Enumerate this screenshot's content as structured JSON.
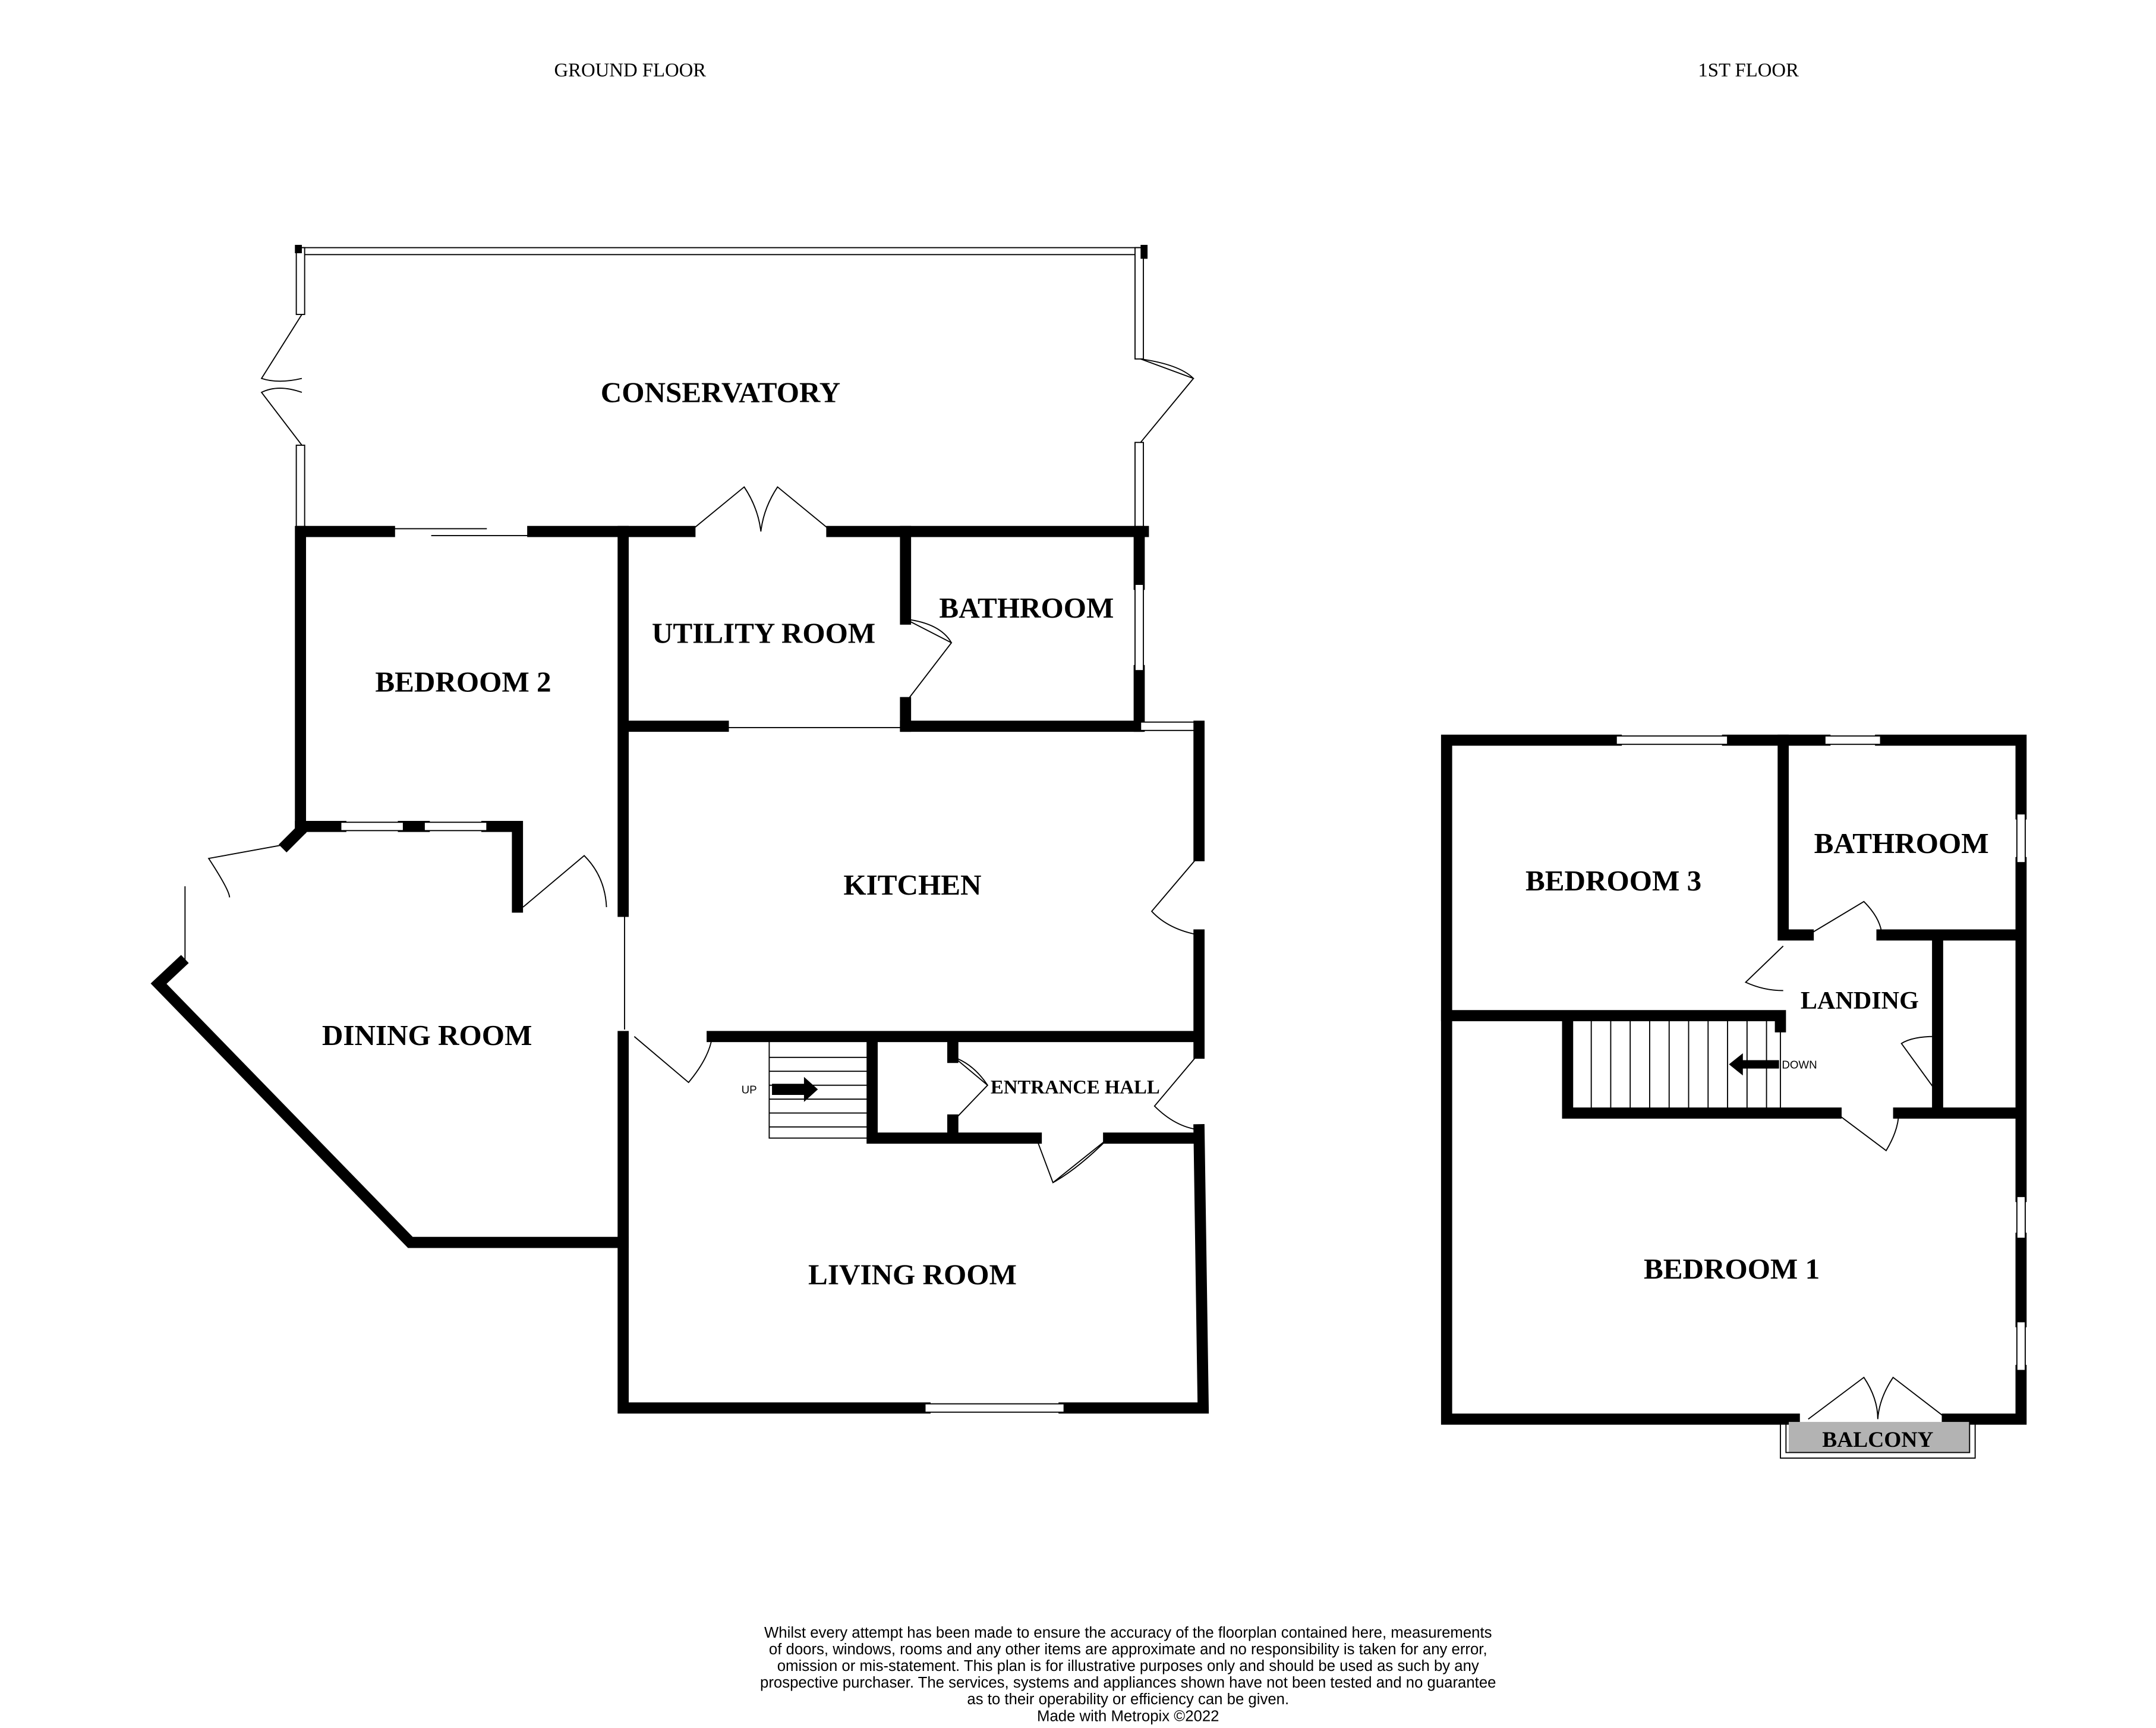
{
  "floors": [
    {
      "title": "GROUND FLOOR",
      "rooms": [
        "CONSERVATORY",
        "UTILITY ROOM",
        "BATHROOM",
        "BEDROOM 2",
        "KITCHEN",
        "DINING ROOM",
        "ENTRANCE HALL",
        "LIVING ROOM"
      ],
      "stairs_label": "UP"
    },
    {
      "title": "1ST FLOOR",
      "rooms": [
        "BEDROOM 3",
        "BATHROOM",
        "LANDING",
        "BEDROOM 1",
        "BALCONY"
      ],
      "stairs_label": "DOWN"
    }
  ],
  "disclaimer": [
    "Whilst every attempt has been made to ensure the accuracy of the floorplan contained here, measurements",
    "of doors, windows, rooms and any other items are approximate and no responsibility is taken for any error,",
    "omission or mis-statement. This plan is for illustrative purposes only and should be used as such by any",
    "prospective purchaser. The services, systems and appliances shown have not been tested and no guarantee",
    "as to their operability or efficiency can be given.",
    "Made with Metropix ©2022"
  ],
  "colors": {
    "walls": "#000000",
    "balcony": "#b3b3b3"
  }
}
